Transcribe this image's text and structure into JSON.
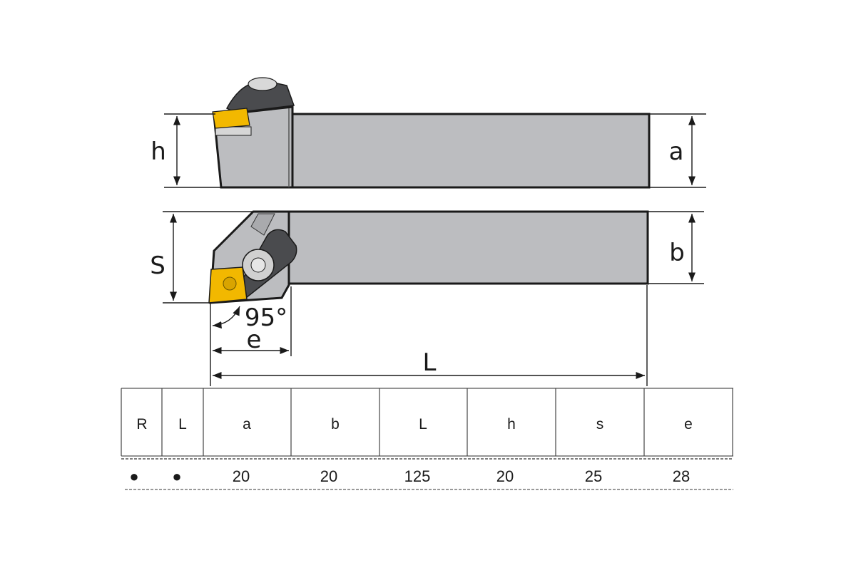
{
  "diagram": {
    "labels": {
      "h": "h",
      "a": "a",
      "S": "S",
      "b": "b",
      "angle": "95°",
      "e": "e",
      "L": "L"
    },
    "colors": {
      "body": "#bcbdc0",
      "insert": "#f2b800",
      "clamp": "#4a4b4e",
      "line": "#1a1a1a"
    }
  },
  "table": {
    "headers": [
      "R",
      "L",
      "a",
      "b",
      "L",
      "h",
      "s",
      "e"
    ],
    "row": [
      "●",
      "●",
      "20",
      "20",
      "125",
      "20",
      "25",
      "28"
    ]
  }
}
